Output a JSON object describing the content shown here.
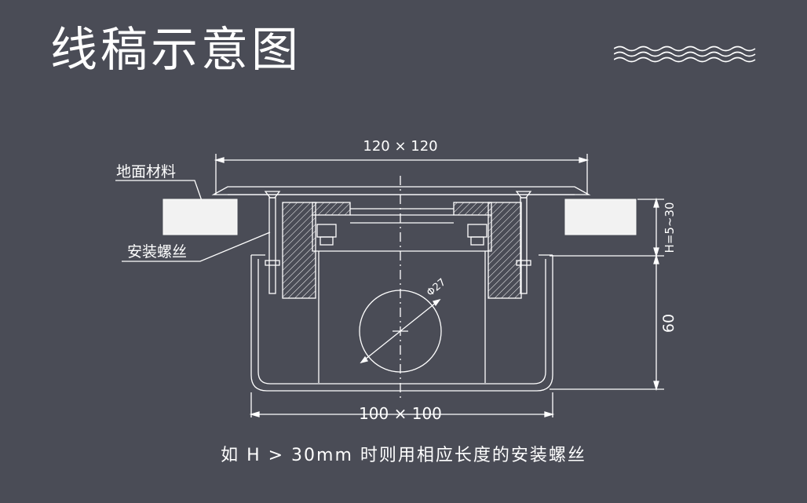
{
  "title": "线稿示意图",
  "labels": {
    "top_dimension": "120 × 120",
    "bottom_dimension": "100 × 100",
    "height_range": "H=5~30",
    "depth": "60",
    "diameter": "Φ27",
    "floor_material": "地面材料",
    "install_screw": "安装螺丝"
  },
  "caption": "如 H > 30mm 时则用相应长度的安装螺丝",
  "colors": {
    "background": "#4a4c56",
    "line": "#ffffff",
    "floor_block": "#f2f2f2"
  }
}
